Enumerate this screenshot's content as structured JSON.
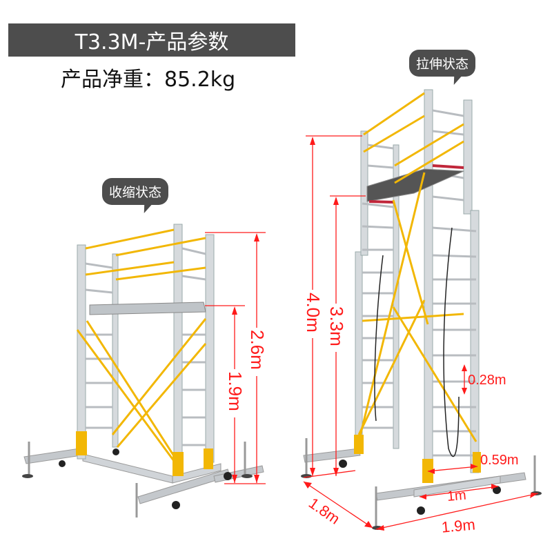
{
  "header": {
    "title": "T3.3M-产品参数",
    "net_weight": "产品净重：85.2kg"
  },
  "states": {
    "collapsed": {
      "label": "收缩状态",
      "dimensions": {
        "total_height": "2.6m",
        "platform_height": "1.9m"
      }
    },
    "extended": {
      "label": "拉伸状态",
      "dimensions": {
        "total_height": "4.0m",
        "platform_height": "3.3m",
        "rung_spacing": "0.28m",
        "inner_width": "0.59m",
        "frame_width": "1m",
        "base_depth": "1.8m",
        "base_width": "1.9m"
      }
    }
  },
  "colors": {
    "title_bar": "#4d4d4d",
    "dimension_lines": "#ff1a1a",
    "brace_yellow": "#f2b705",
    "aluminium": "#c8ccd0"
  }
}
